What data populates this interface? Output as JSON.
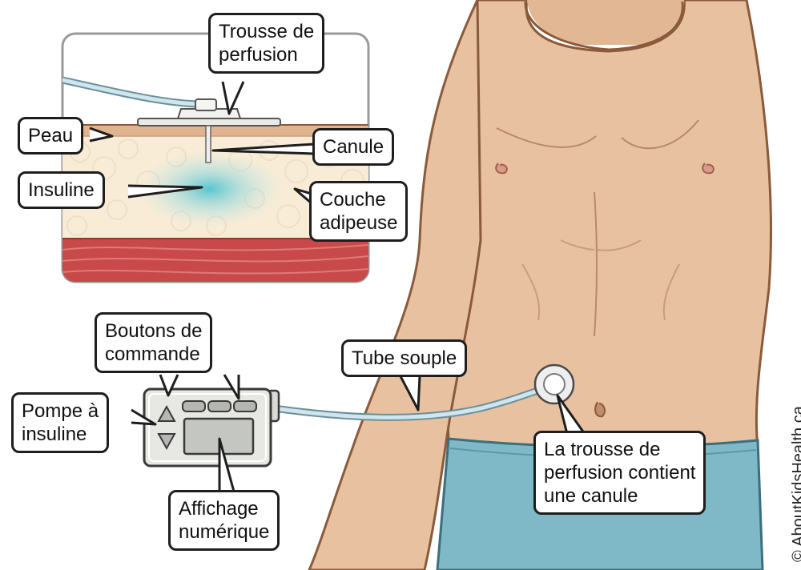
{
  "labels": {
    "trousse_perfusion": [
      "Trousse de",
      "perfusion"
    ],
    "peau": "Peau",
    "canule": "Canule",
    "insuline": "Insuline",
    "couche_adipeuse": [
      "Couche",
      "adipeuse"
    ],
    "boutons_commande": [
      "Boutons de",
      "commande"
    ],
    "pompe_insuline": [
      "Pompe à",
      "insuline"
    ],
    "tube_souple": "Tube souple",
    "affichage_numerique": [
      "Affichage",
      "numérique"
    ],
    "trousse_contient_canule": [
      "La trousse de",
      "perfusion contient",
      "une canule"
    ]
  },
  "credit": "© AboutKidsHealth.ca",
  "colors": {
    "skin": "#e8c2a0",
    "skin_outline": "#8a5a3a",
    "shorts": "#7fb9c7",
    "fat": "#f8ecd6",
    "muscle": "#c8494a",
    "insulin": "#5fc6d2",
    "tube": "#cfe6ee",
    "pump_body": "#e7e7e4",
    "pump_screen": "#c4c6c1"
  }
}
